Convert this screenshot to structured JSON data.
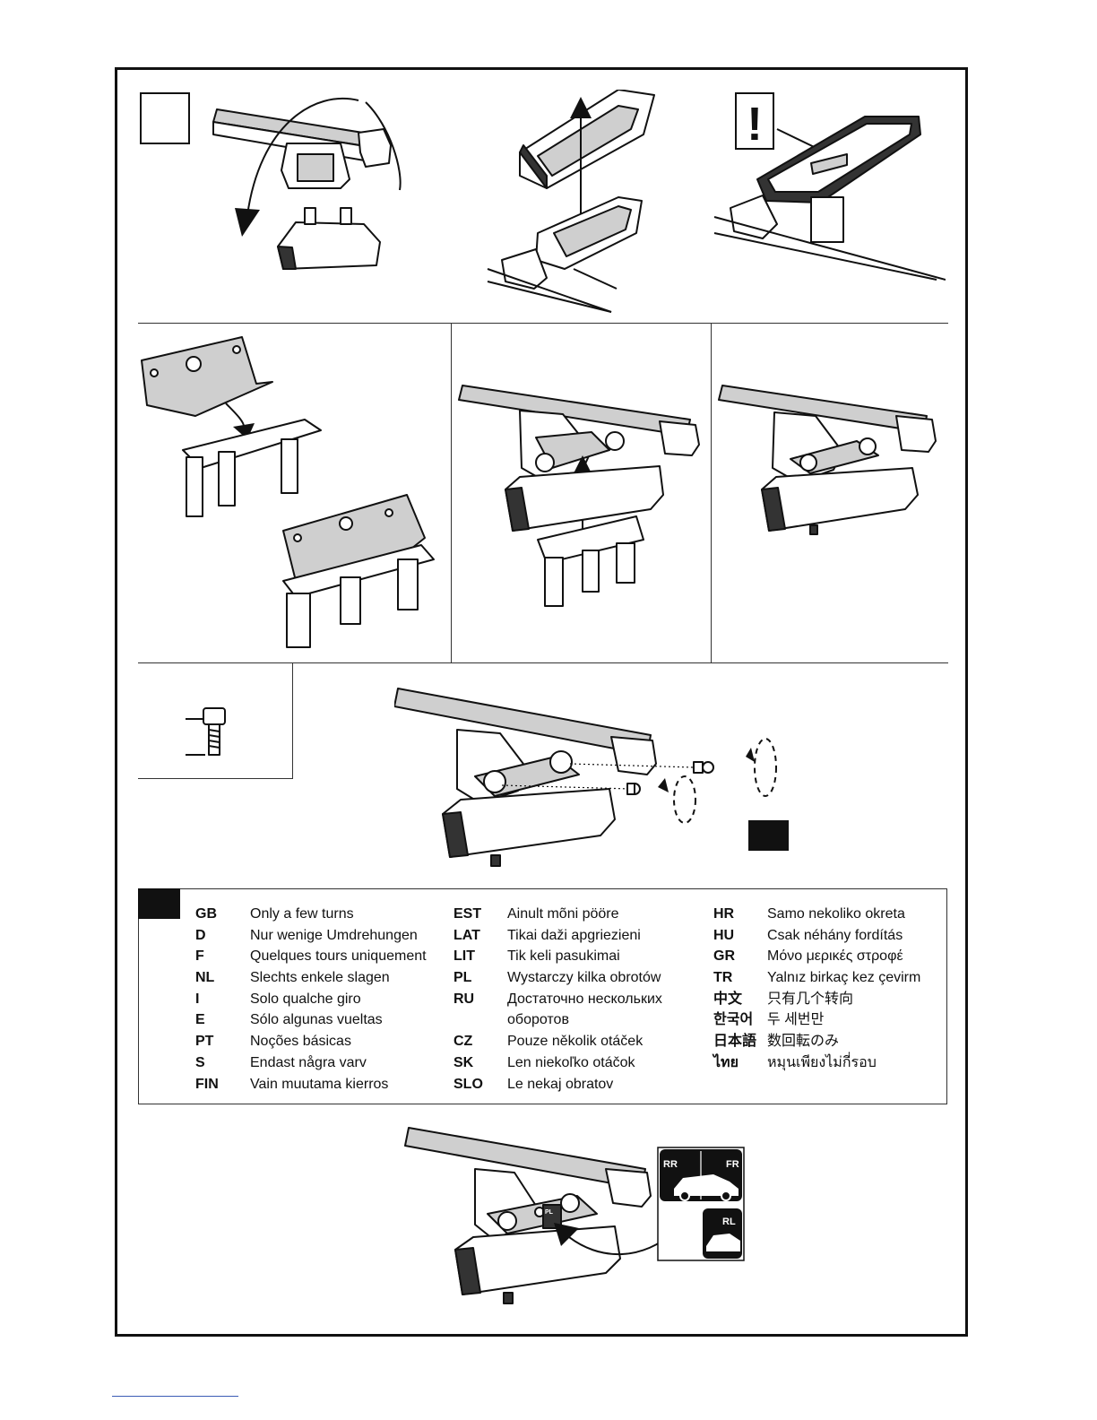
{
  "warning_symbol": "!",
  "sticker": {
    "rr": "RR",
    "fr": "FR",
    "rl": "RL",
    "badge": "PL"
  },
  "icons": [
    "rotate-arrow-icon",
    "lift-arrow-icon",
    "warning-icon",
    "screw-icon",
    "turn-arrow-icon"
  ],
  "languages": {
    "col1": [
      {
        "code": "GB",
        "text": "Only a few turns"
      },
      {
        "code": "D",
        "text": "Nur wenige Umdrehungen"
      },
      {
        "code": "F",
        "text": "Quelques tours uniquement"
      },
      {
        "code": "NL",
        "text": "Slechts enkele slagen"
      },
      {
        "code": "I",
        "text": "Solo qualche giro"
      },
      {
        "code": "E",
        "text": "Sólo algunas vueltas"
      },
      {
        "code": "PT",
        "text": "Noções básicas"
      },
      {
        "code": "S",
        "text": "Endast några varv"
      },
      {
        "code": "FIN",
        "text": "Vain muutama kierros"
      }
    ],
    "col2": [
      {
        "code": "EST",
        "text": "Ainult mõni pööre"
      },
      {
        "code": "LAT",
        "text": "Tikai daži apgriezieni"
      },
      {
        "code": "LIT",
        "text": "Tik keli pasukimai"
      },
      {
        "code": "PL",
        "text": "Wystarczy kilka obrotów"
      },
      {
        "code": "RU",
        "text": "Достаточно нескольких"
      },
      {
        "code": "",
        "text": "оборотов"
      },
      {
        "code": "CZ",
        "text": "Pouze několik otáček"
      },
      {
        "code": "SK",
        "text": "Len niekoľko otáčok"
      },
      {
        "code": "SLO",
        "text": "Le nekaj obratov"
      }
    ],
    "col3": [
      {
        "code": "HR",
        "text": "Samo nekoliko okreta"
      },
      {
        "code": "HU",
        "text": "Csak néhány fordítás"
      },
      {
        "code": "GR",
        "text": "Μόνο μερικές στροφέ"
      },
      {
        "code": "TR",
        "text": "Yalnız birkaç kez çevirm"
      },
      {
        "code": "中文",
        "text": "只有几个转向"
      },
      {
        "code": "한국어",
        "text": "두 세번만"
      },
      {
        "code": "日本語",
        "text": "数回転のみ"
      },
      {
        "code": "ไทย",
        "text": "หมุนเพียงไม่กี่รอบ"
      }
    ]
  }
}
